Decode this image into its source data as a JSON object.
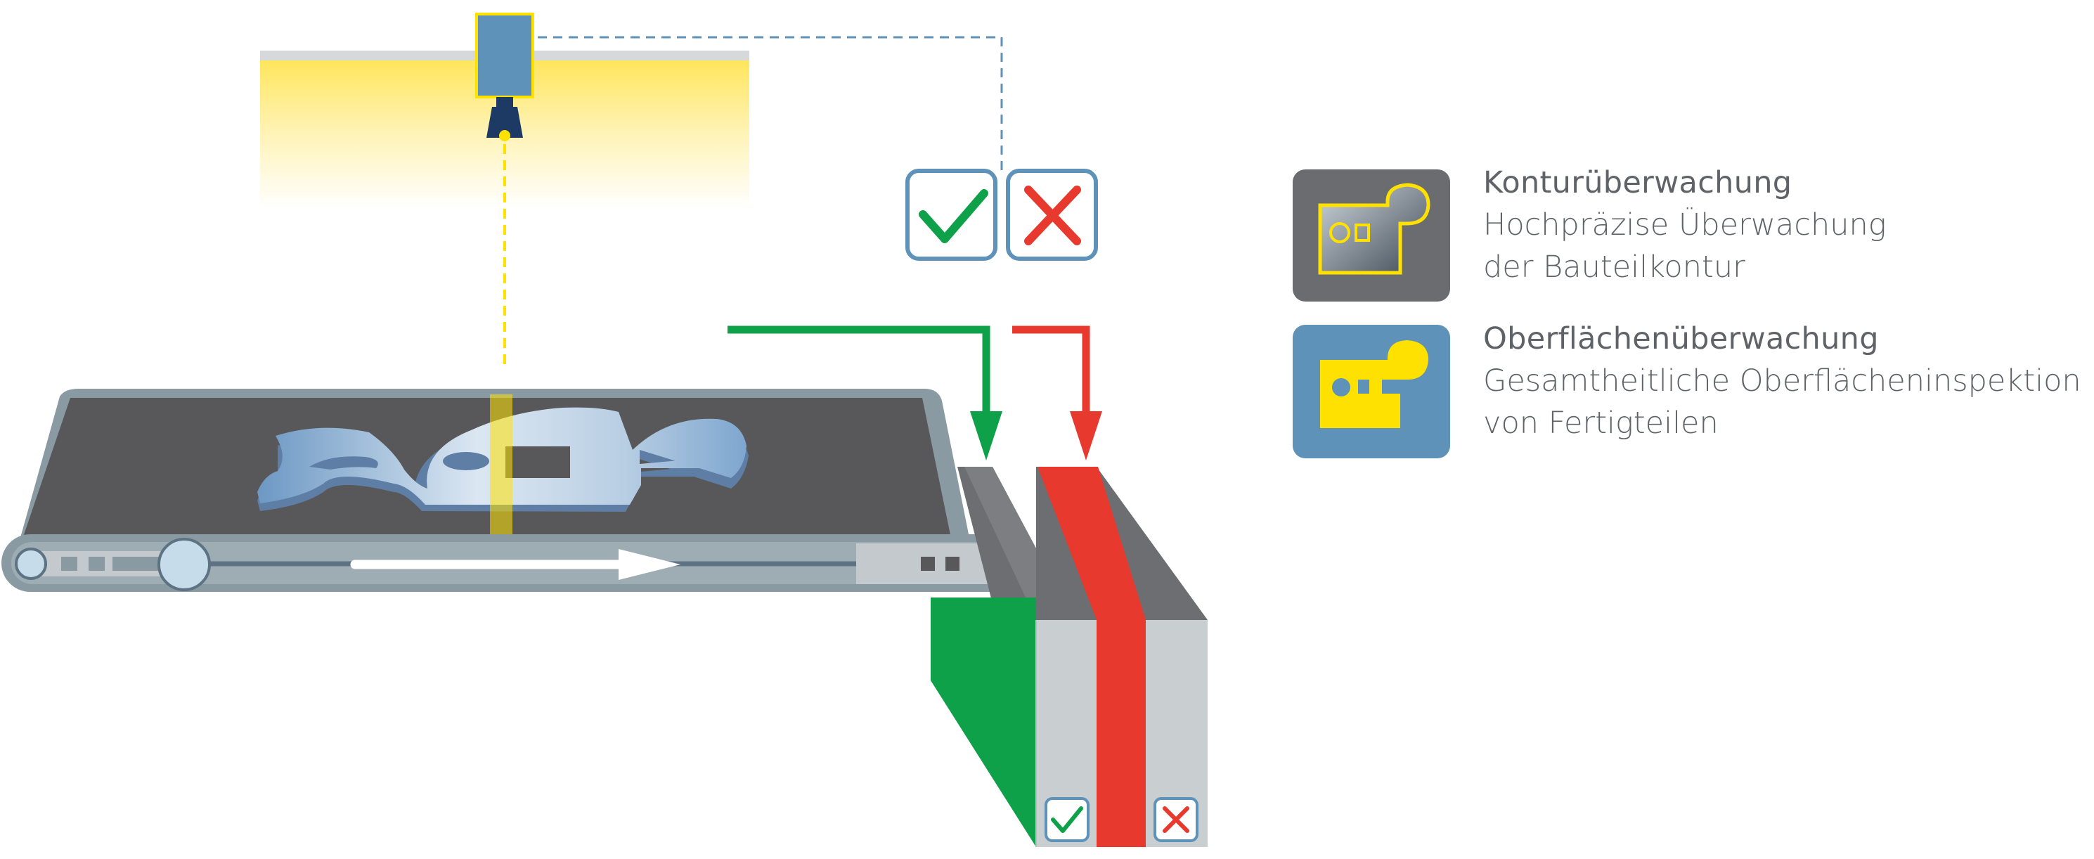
{
  "legend": {
    "items": [
      {
        "title": "Konturüberwachung",
        "line1": "Hochpräzise Überwachung",
        "line2": "der Bauteilkontur",
        "icon": "contour-inspection-icon",
        "tile_color": "#6b6c70",
        "icon_color": "#ffe100"
      },
      {
        "title": "Oberflächenüberwachung",
        "line1": "Gesamtheitliche Oberflächeninspektion",
        "line2": "von Fertigteilen",
        "icon": "surface-inspection-icon",
        "tile_color": "#5f92b8",
        "icon_color": "#ffe100"
      }
    ]
  },
  "colors": {
    "ok_green": "#0ea14a",
    "nok_red": "#e8392f",
    "belt_dark": "#58585a",
    "frame_gray": "#8a9aa3",
    "camera_blue": "#5f92b8",
    "light_yellow": "#ffe98a",
    "bin_gray": "#c9ced1"
  },
  "icons": {
    "camera": "camera-icon",
    "ok_signal": "checkmark-icon",
    "nok_signal": "cross-icon"
  }
}
